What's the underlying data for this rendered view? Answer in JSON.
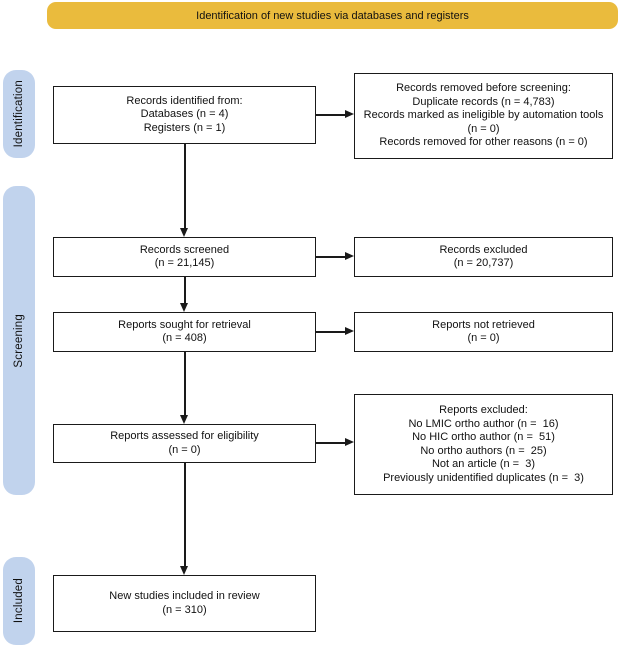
{
  "banner": {
    "label": "Identification of new studies via databases and registers"
  },
  "colors": {
    "banner_bg": "#EABB3D",
    "stage_bg": "#C1D3ED",
    "line": "#1a1a1a",
    "box_bg": "#ffffff"
  },
  "stages": [
    {
      "label": "Identification"
    },
    {
      "label": "Screening"
    },
    {
      "label": "Included"
    }
  ],
  "boxes": [
    {
      "name": "records-identified",
      "lines": [
        "Records identified from:",
        "Databases (n = 4)",
        "Registers (n = 1)"
      ]
    },
    {
      "name": "records-removed-before-screening",
      "lines": [
        "Records removed before screening:",
        "Duplicate records (n = 4,783)",
        "Records marked as ineligible by automation tools (n = 0)",
        "Records removed for other reasons (n = 0)"
      ]
    },
    {
      "name": "records-screened",
      "lines": [
        "Records screened",
        "(n = 21,145)"
      ]
    },
    {
      "name": "records-excluded",
      "lines": [
        "Records excluded",
        "(n = 20,737)"
      ]
    },
    {
      "name": "reports-sought-for-retrieval",
      "lines": [
        "Reports sought for retrieval",
        "(n = 408)"
      ]
    },
    {
      "name": "reports-not-retrieved",
      "lines": [
        "Reports not retrieved",
        "(n = 0)"
      ]
    },
    {
      "name": "reports-assessed-for-eligibility",
      "lines": [
        "Reports assessed for eligibility",
        "(n = 0)"
      ]
    },
    {
      "name": "reports-excluded",
      "lines": [
        "Reports excluded:",
        "No LMIC ortho author (n =  16)",
        "No HIC ortho author (n =  51)",
        "No ortho authors (n =  25)",
        "Not an article (n =  3)",
        "Previously unidentified duplicates (n =  3)"
      ]
    },
    {
      "name": "new-studies-included-in-review",
      "lines": [
        "New studies included in review",
        "(n = 310)"
      ]
    }
  ]
}
